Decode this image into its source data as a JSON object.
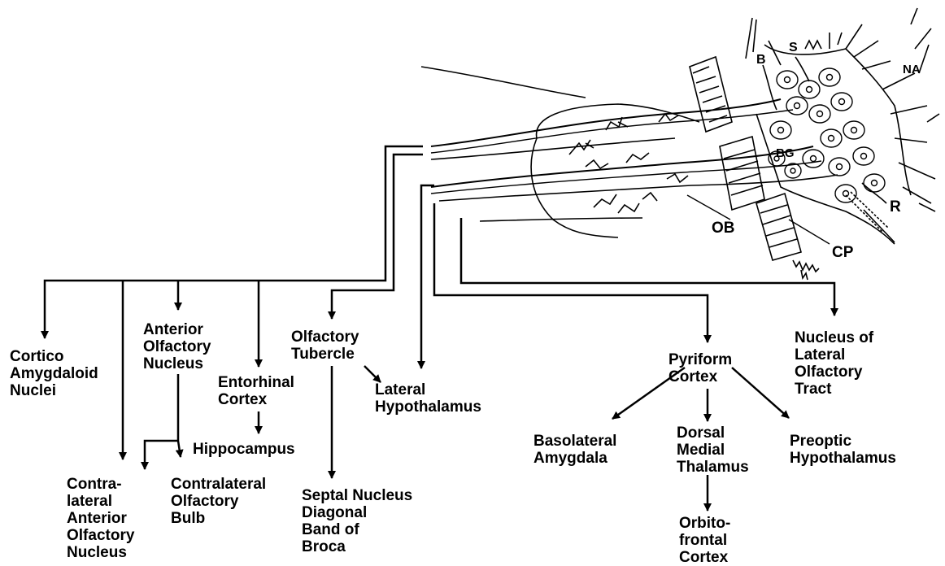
{
  "anatomy_labels": {
    "na": "NA",
    "b": "B",
    "s": "S",
    "bg": "BG",
    "r": "R",
    "ob": "OB",
    "cp": "CP"
  },
  "targets": {
    "cortico_amygdaloid": "Cortico\nAmygdaloid\nNuclei",
    "anterior_olfactory": "Anterior\nOlfactory\nNucleus",
    "contra_anterior_olfactory": "Contra-\nlateral\nAnterior\nOlfactory\nNucleus",
    "contralateral_bulb": "Contralateral\nOlfactory\nBulb",
    "entorhinal": "Entorhinal\nCortex",
    "hippocampus": "Hippocampus",
    "olfactory_tubercle": "Olfactory\nTubercle",
    "septal": "Septal Nucleus\nDiagonal\nBand of\nBroca",
    "lateral_hypothalamus": "Lateral\nHypothalamus",
    "pyriform": "Pyriform\nCortex",
    "basolateral": "Basolateral\nAmygdala",
    "dorsal_medial_thalamus": "Dorsal\nMedial\nThalamus",
    "orbitofrontal": "Orbito-\nfrontal\nCortex",
    "preoptic": "Preoptic\nHypothalamus",
    "lot_nucleus": "Nucleus of\nLateral\nOlfactory\nTract"
  }
}
